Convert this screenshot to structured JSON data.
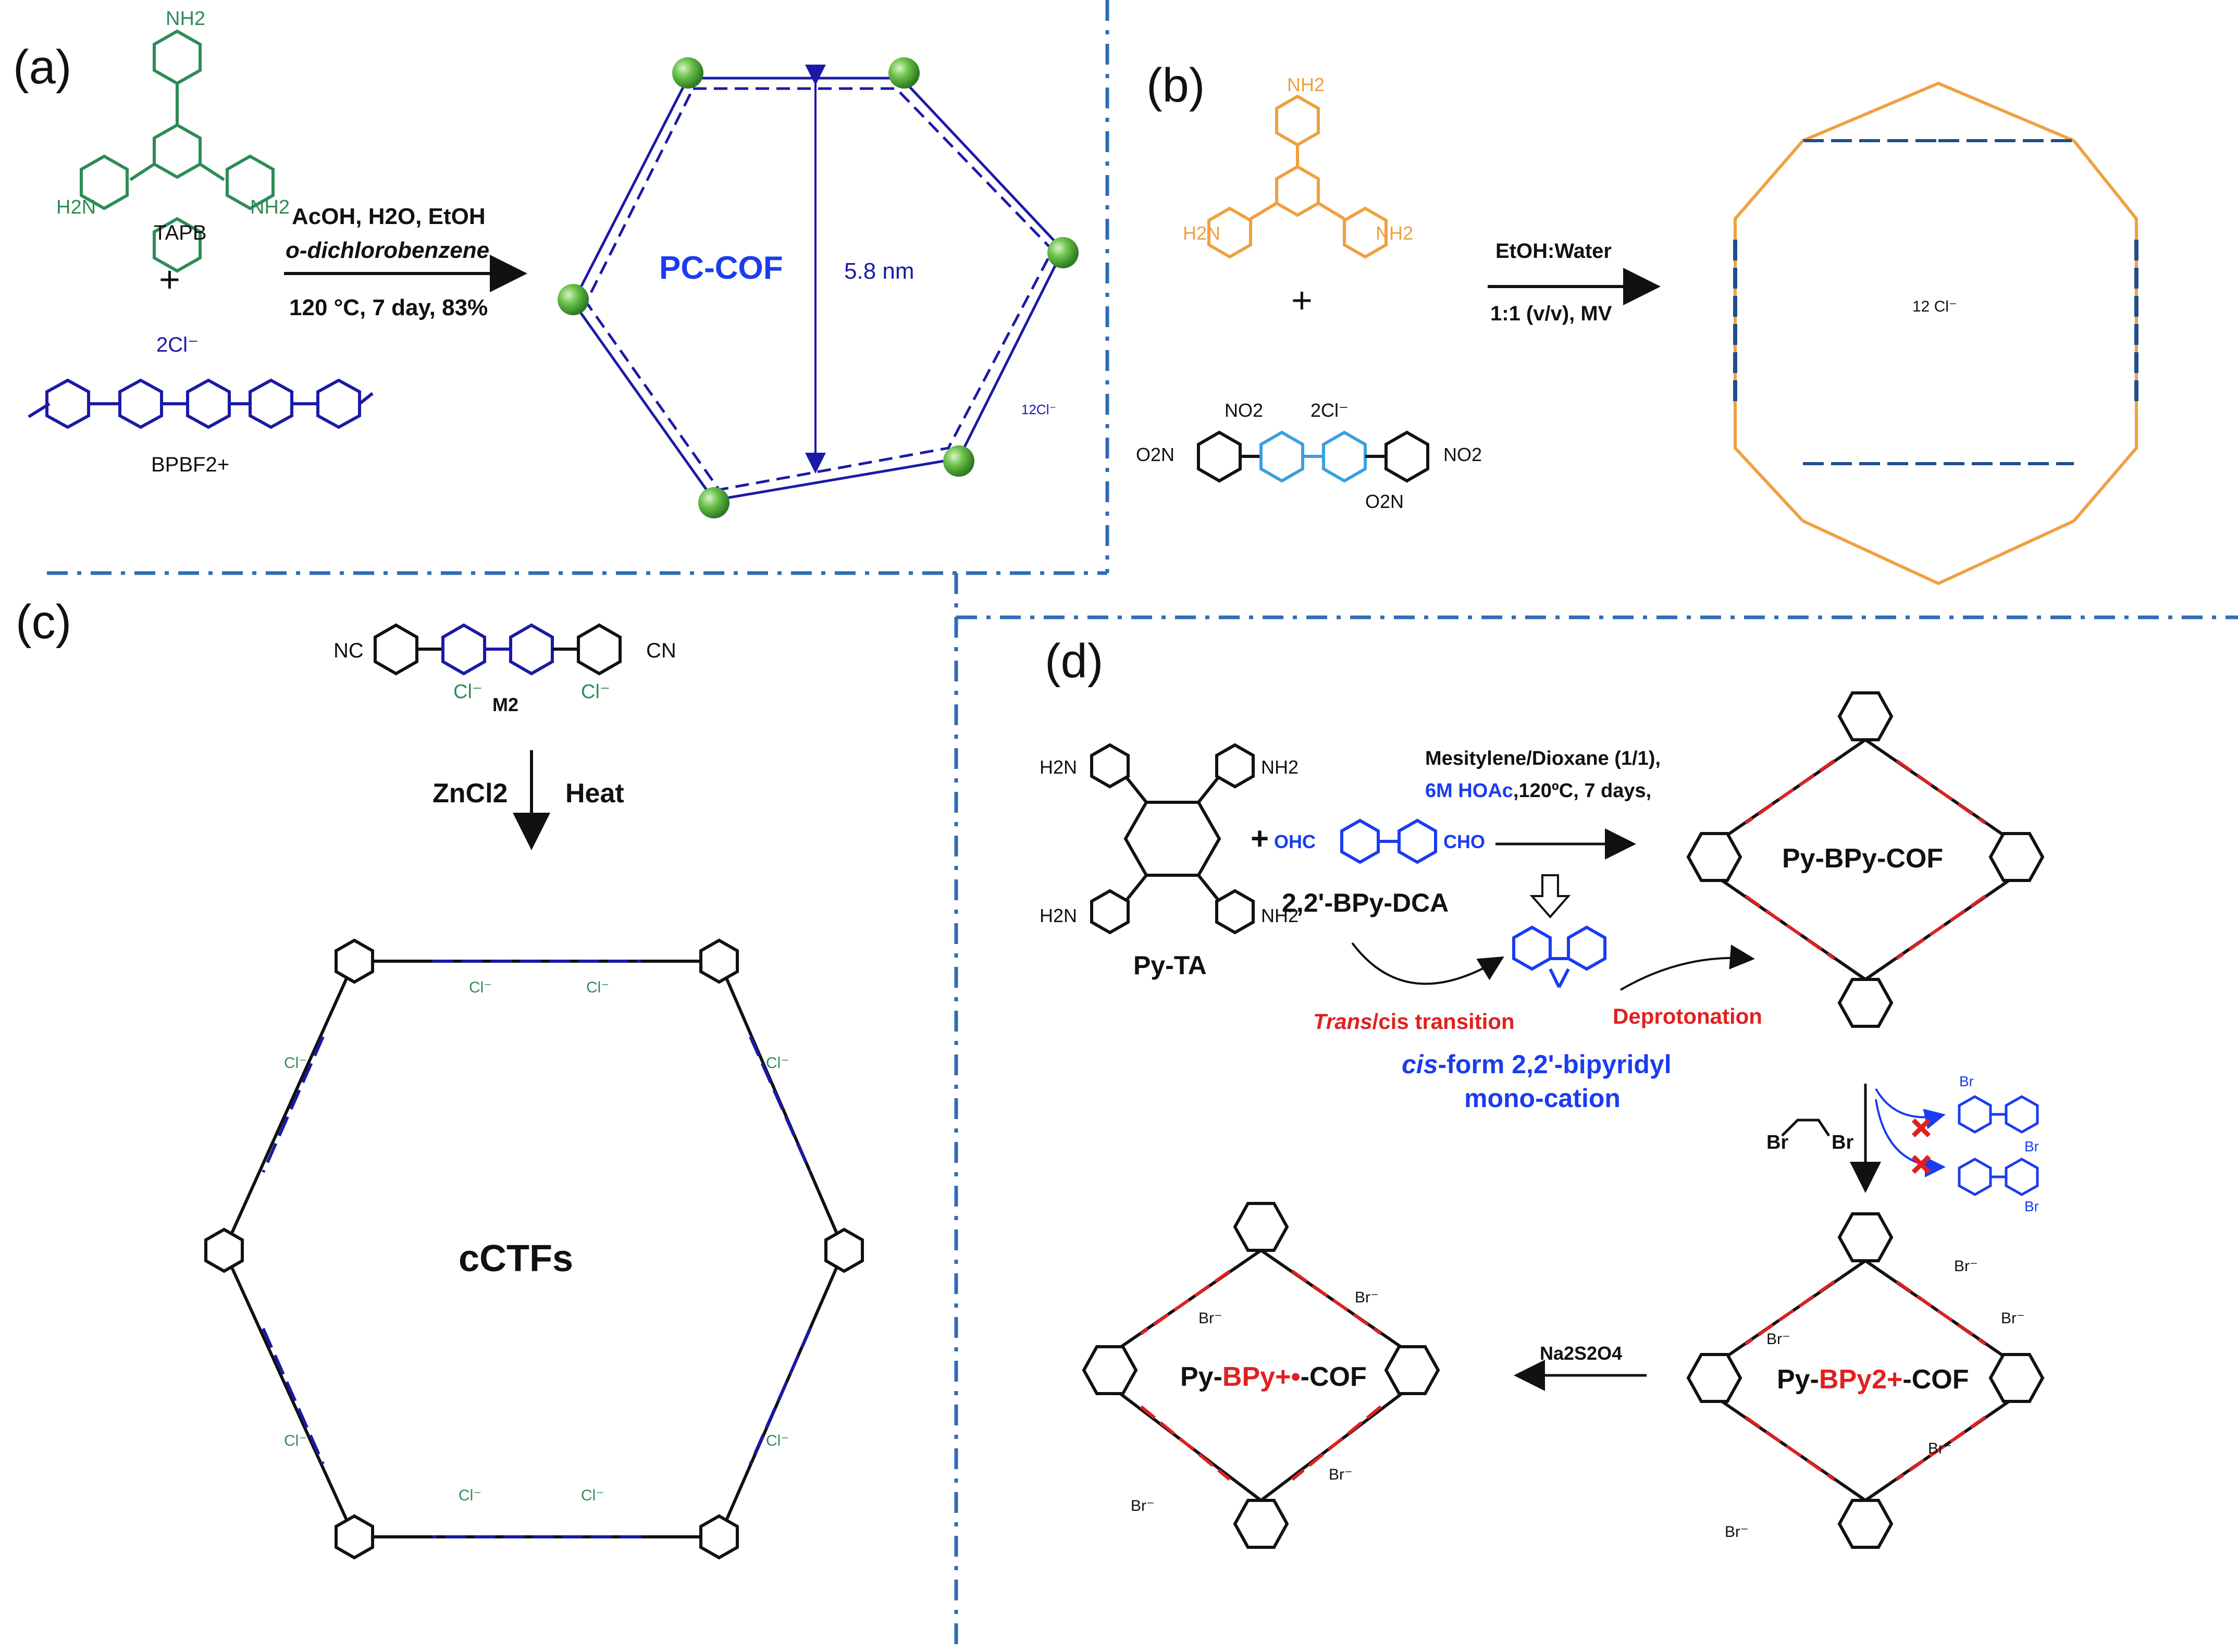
{
  "colors": {
    "green": "#2e8b57",
    "navy": "#1a1aa6",
    "orange": "#f0a040",
    "steel": "#1f4e8c",
    "light_blue": "#3aa0e0",
    "red": "#e02020",
    "blue_text": "#1a3cf0",
    "divider": "#2f6db5",
    "black": "#111111"
  },
  "panel_a": {
    "label": "(a)",
    "monomer1_name": "TAPB",
    "amine": "NH2",
    "amine_left": "H2N",
    "plus": "+",
    "counterion": "2Cl⁻",
    "monomer2_name": "BPBF2+",
    "conditions": [
      "AcOH, H2O, EtOH",
      "o-dichlorobenzene",
      "120 °C, 7 day, 83%"
    ],
    "product": "PC-COF",
    "pore_size": "5.8 nm",
    "framework_counterion": "12Cl⁻"
  },
  "panel_b": {
    "label": "(b)",
    "amine": "NH2",
    "amine_left": "H2N",
    "plus": "+",
    "counterion": "2Cl⁻",
    "nitro_labels": [
      "NO2",
      "O2N",
      "NO2",
      "O2N"
    ],
    "conditions": [
      "EtOH:Water",
      "1:1 (v/v), MV"
    ],
    "framework_counterion": "12 Cl⁻"
  },
  "panel_c": {
    "label": "(c)",
    "nitrile_left": "NC",
    "nitrile_right": "CN",
    "counterion": "Cl⁻",
    "monomer_name": "M2",
    "reagent": "ZnCl2",
    "condition": "Heat",
    "product": "cCTFs"
  },
  "panel_d": {
    "label": "(d)",
    "amine": "NH2",
    "amine_left": "H2N",
    "plus": "+",
    "monomer1_name": "Py-TA",
    "aldehyde_left": "OHC",
    "aldehyde_right": "CHO",
    "monomer2_name": "2,2'-BPy-DCA",
    "conditions_black": "Mesitylene/Dioxane (1/1),",
    "conditions_blue": "6M HOAc",
    "conditions_tail": ",120ºC, 7 days,",
    "product1": "Py-BPy-COF",
    "transition_italic": "Trans",
    "transition_rest": "/cis transition",
    "deprotonation": "Deprotonation",
    "cation_italic": "cis",
    "cation_rest": "-form 2,2'-bipyridyl",
    "cation_line2": "mono-cation",
    "reagent_br": "Br",
    "reductant": "Na2S2O4",
    "product2_prefix": "Py-",
    "product2_highlight": "BPy2+",
    "product2_suffix": "-COF",
    "product3_prefix": "Py-",
    "product3_highlight": "BPy+•",
    "product3_suffix": "-COF",
    "bromide": "Br⁻"
  }
}
